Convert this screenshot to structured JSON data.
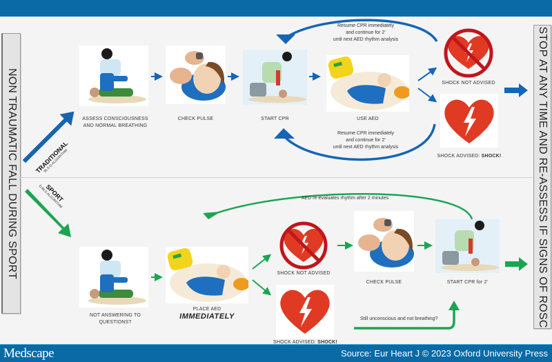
{
  "header": {
    "bar_color": "#0a6aa6"
  },
  "footer": {
    "logo": "Medscape",
    "source": "Source: Eur Heart J © 2023 Oxford University Press"
  },
  "side_labels": {
    "left": "NON TRAUMATIC FALL DURING SPORT",
    "right": "STOP AT ANY TIME AND RE-ASSESS IF SIGNS OF ROSC"
  },
  "tracks": {
    "traditional": {
      "title": "TRADITIONAL",
      "subtitle": "BLS-D ALGORITHM",
      "color": "#1565b6",
      "steps": [
        {
          "id": "assess",
          "label_line1": "ASSESS CONSCIOUSNESS",
          "label_line2": "AND NORMAL BREATHING",
          "icon": "rescuer-assessing-icon"
        },
        {
          "id": "pulse",
          "label_line1": "CHECK PULSE",
          "icon": "pulse-check-icon"
        },
        {
          "id": "cpr",
          "label_line1": "START CPR",
          "icon": "cpr-icon"
        },
        {
          "id": "aed",
          "label_line1": "USE AED",
          "icon": "aed-icon"
        }
      ],
      "outcomes": {
        "not_advised": "SHOCK NOT ADVISED",
        "advised_prefix": "SHOCK ADVISED: ",
        "advised_bold": "SHOCK!"
      },
      "loop_top": {
        "line1": "Resume CPR immediately",
        "line2": "and continue for 2'",
        "line3": "until next AED rhythm analysis"
      },
      "loop_bottom": {
        "line1": "Resume CPR immediately",
        "line2": "and continue for 2'",
        "line3": "until next AED rhythm analysis"
      }
    },
    "sport": {
      "title": "SPORT",
      "subtitle": "D-BLS ALGORITHM",
      "color": "#1aa551",
      "steps": [
        {
          "id": "not-answering",
          "label_line1": "NOT ANSWERING TO",
          "label_line2": "QUESTIONS?",
          "icon": "rescuer-assessing-icon"
        },
        {
          "id": "place-aed",
          "label_line1": "PLACE AED",
          "label_emph": "IMMEDIATELY",
          "icon": "aed-icon"
        },
        {
          "id": "pulse",
          "label_line1": "CHECK PULSE",
          "icon": "pulse-check-icon"
        },
        {
          "id": "cpr",
          "label_line1": "START CPR for 2'",
          "icon": "cpr-icon"
        }
      ],
      "outcomes": {
        "not_advised": "SHOCK NOT ADVISED",
        "advised_prefix": "SHOCK ADVISED: ",
        "advised_bold": "SHOCK!"
      },
      "loop_top": "AED re-evaluates rhythm after 2 minutes",
      "loop_bottom": "Still unconscious and not breathing?"
    }
  },
  "colors": {
    "heart_red": "#e03a24",
    "prohibit_red": "#c0161c",
    "aed_yellow": "#f2d41b",
    "shirt_blue": "#1e6fbf",
    "shirt_green": "#3c8c3c"
  }
}
